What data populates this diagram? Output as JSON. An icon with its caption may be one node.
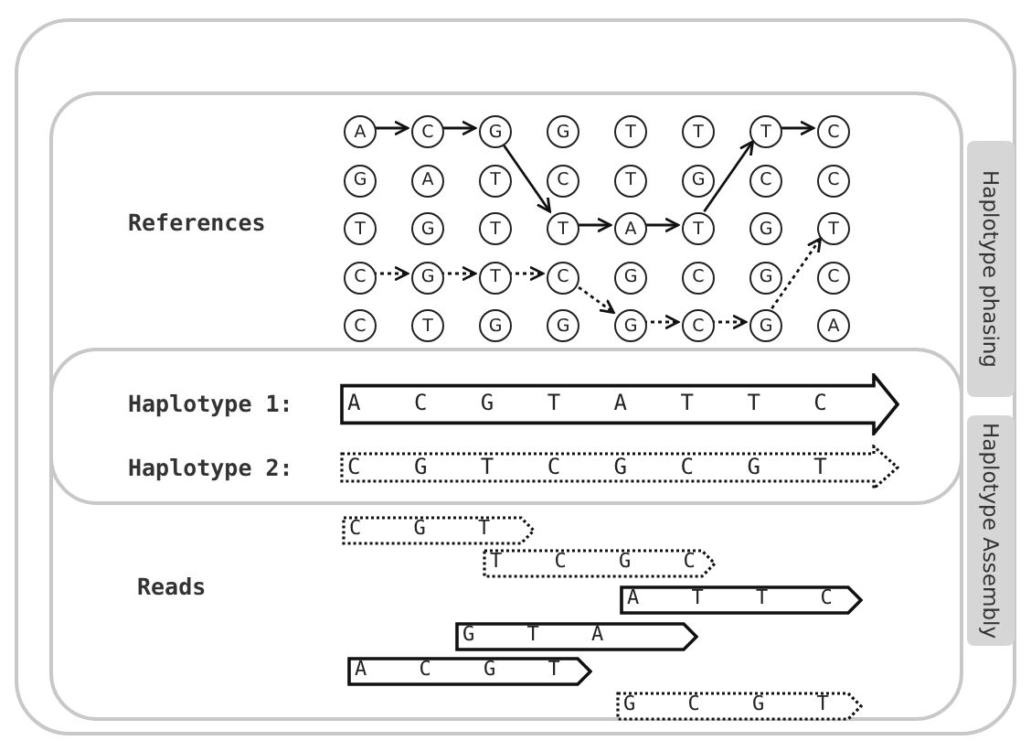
{
  "diagram": {
    "nodes": [
      {
        "text": [],
        "shape": "box"
      },
      {
        "text": [
          "Haplotype phasing"
        ],
        "in": 0
      },
      {
        "text": [
          "Haplotype Assembly"
        ],
        "in": 0
      },
      {
        "text": [
          "A"
        ],
        "in": 1
      },
      {
        "text": [
          "C"
        ],
        "in": 1
      },
      {
        "text": [
          "G"
        ],
        "in": 1
      },
      {
        "text": [
          "G"
        ],
        "in": 1
      },
      {
        "text": [
          "T"
        ],
        "in": 1
      },
      {
        "text": [
          "T"
        ],
        "in": 1
      },
      {
        "text": [
          "T"
        ],
        "in": 1
      },
      {
        "text": [
          "C"
        ],
        "in": 1
      },
      {
        "text": [
          "G"
        ],
        "in": 1
      },
      {
        "text": [
          "A"
        ],
        "in": 1
      },
      {
        "text": [
          "T"
        ],
        "in": 1
      },
      {
        "text": [
          "C"
        ],
        "in": 1
      },
      {
        "text": [
          "T"
        ],
        "in": 1
      },
      {
        "text": [
          "G"
        ],
        "in": 1
      },
      {
        "text": [
          "C"
        ],
        "in": 1
      },
      {
        "text": [
          "C"
        ],
        "in": 1
      },
      {
        "text": [
          "T"
        ],
        "in": 1
      },
      {
        "text": [
          "G"
        ],
        "in": 1
      },
      {
        "text": [
          "T"
        ],
        "in": 1
      },
      {
        "text": [
          "T"
        ],
        "in": 1
      },
      {
        "text": [
          "A"
        ],
        "in": 1
      },
      {
        "text": [
          "T"
        ],
        "in": 1
      },
      {
        "text": [
          "G"
        ],
        "in": 1
      },
      {
        "text": [
          "T"
        ],
        "in": 1
      },
      {
        "text": [
          "C"
        ],
        "in": 1
      },
      {
        "text": [
          "G"
        ],
        "in": 1
      },
      {
        "text": [
          "T"
        ],
        "in": 1
      },
      {
        "text": [
          "C"
        ],
        "in": 1
      },
      {
        "text": [
          "G"
        ],
        "in": 1
      },
      {
        "text": [
          "C"
        ],
        "in": 1
      },
      {
        "text": [
          "G"
        ],
        "in": 1
      },
      {
        "text": [
          "C"
        ],
        "in": 1
      },
      {
        "text": [
          "C"
        ],
        "in": 1
      },
      {
        "text": [
          "T"
        ],
        "in": 1
      },
      {
        "text": [
          "G"
        ],
        "in": 1
      },
      {
        "text": [
          "G"
        ],
        "in": 1
      },
      {
        "text": [
          "G"
        ],
        "in": 1
      },
      {
        "text": [
          "C"
        ],
        "in": 1
      },
      {
        "text": [
          "G"
        ],
        "in": 1
      },
      {
        "text": [
          "A"
        ],
        "in": 1
      },
      {
        "text": [
          "A C G T A T T C"
        ],
        "beside": [
          "Haplotype 1:"
        ]
      },
      {
        "text": [
          "C G T C G C G T"
        ],
        "beside": [
          "Haplotype 2:"
        ]
      },
      {
        "text": [
          "C G T"
        ],
        "in": 2
      },
      {
        "text": [
          "T C G C"
        ],
        "in": 2
      },
      {
        "text": [
          "A T T C"
        ],
        "in": 2
      },
      {
        "text": [
          "G T A"
        ],
        "in": 2
      },
      {
        "text": [
          "A C G T"
        ],
        "in": 2
      },
      {
        "text": [
          "G C G T"
        ],
        "in": 2
      }
    ],
    "edges": [
      {
        "from": 3,
        "to": 4,
        "arrow": "to"
      },
      {
        "from": 4,
        "to": 5,
        "arrow": "to"
      },
      {
        "from": 5,
        "to": 22,
        "arrow": "to"
      },
      {
        "from": 22,
        "to": 23,
        "arrow": "to"
      },
      {
        "from": 23,
        "to": 24,
        "arrow": "to"
      },
      {
        "from": 24,
        "to": 9,
        "arrow": "to"
      },
      {
        "from": 9,
        "to": 10,
        "arrow": "to"
      },
      {
        "from": 27,
        "to": 28,
        "arrow": "to",
        "style": "dashed"
      },
      {
        "from": 28,
        "to": 29,
        "arrow": "to",
        "style": "dashed"
      },
      {
        "from": 29,
        "to": 30,
        "arrow": "to",
        "style": "dashed"
      },
      {
        "from": 30,
        "to": 39,
        "arrow": "to",
        "style": "dashed"
      },
      {
        "from": 39,
        "to": 40,
        "arrow": "to",
        "style": "dashed"
      },
      {
        "from": 40,
        "to": 41,
        "arrow": "to",
        "style": "dashed"
      },
      {
        "from": 41,
        "to": 26,
        "arrow": "to",
        "style": "dashed"
      }
    ],
    "labels": [
      "References",
      "Reads"
    ]
  }
}
